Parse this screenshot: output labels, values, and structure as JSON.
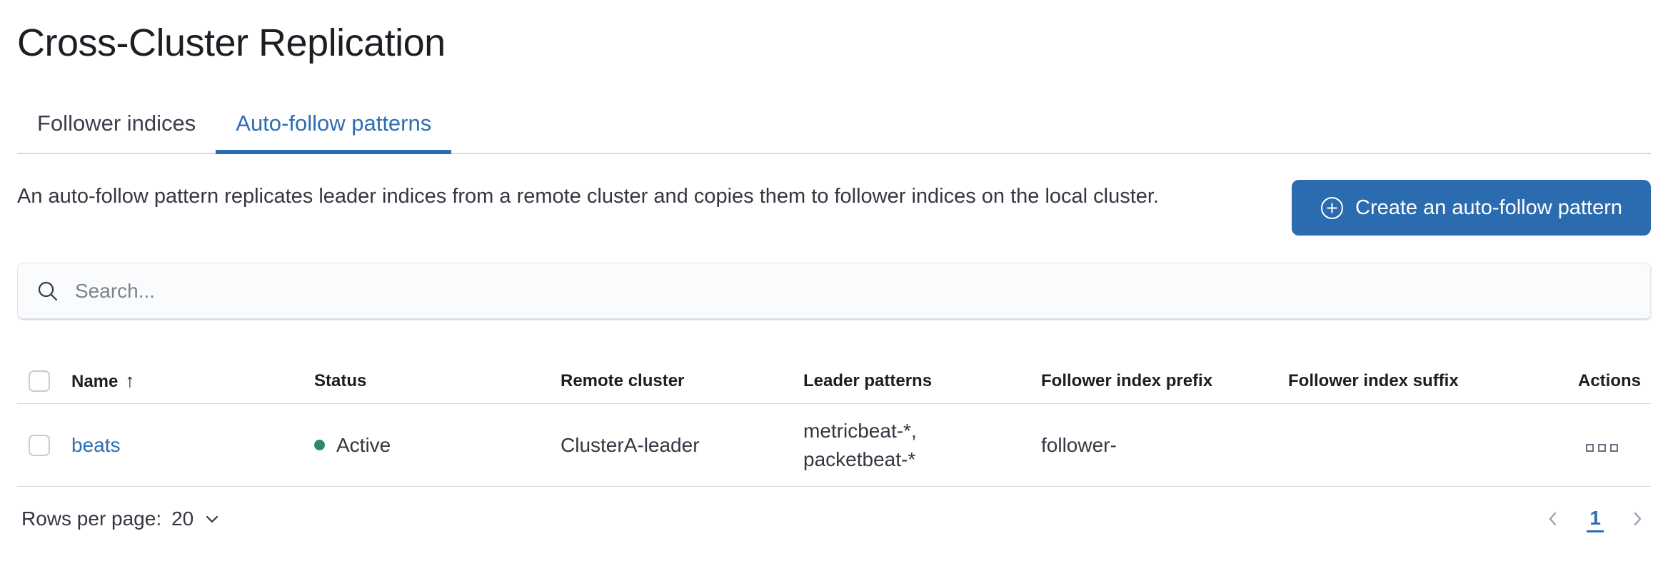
{
  "page": {
    "title": "Cross-Cluster Replication"
  },
  "tabs": [
    {
      "label": "Follower indices",
      "active": false
    },
    {
      "label": "Auto-follow patterns",
      "active": true
    }
  ],
  "intro": {
    "description": "An auto-follow pattern replicates leader indices from a remote cluster and copies them to follower indices on the local cluster.",
    "create_button_label": "Create an auto-follow pattern",
    "create_button_icon": "plus-in-circle-icon"
  },
  "search": {
    "placeholder": "Search...",
    "value": "",
    "icon": "search-icon"
  },
  "table": {
    "columns": {
      "name": "Name",
      "status": "Status",
      "remote_cluster": "Remote cluster",
      "leader_patterns": "Leader patterns",
      "follower_index_prefix": "Follower index prefix",
      "follower_index_suffix": "Follower index suffix",
      "actions": "Actions"
    },
    "sort": {
      "column": "Name",
      "direction": "ascending",
      "arrow": "↑"
    },
    "rows": [
      {
        "name": "beats",
        "status": "Active",
        "remote_cluster": "ClusterA-leader",
        "leader_patterns": "metricbeat-*, packetbeat-*",
        "follower_index_prefix": "follower-",
        "follower_index_suffix": "",
        "actions_icon": "boxes-horizontal-icon"
      }
    ]
  },
  "pagination": {
    "rows_per_page_label": "Rows per page:",
    "rows_per_page_value": "20",
    "current_page": "1",
    "prev_icon": "chevron-left-icon",
    "next_icon": "chevron-right-icon"
  },
  "colors": {
    "primary_blue": "#2e6db4",
    "button_blue": "#2b6cb0",
    "success_green": "#2e8672",
    "text": "#343741",
    "heading": "#1d1e24",
    "border": "#d3dae6",
    "muted_gray": "#98a2b3"
  }
}
